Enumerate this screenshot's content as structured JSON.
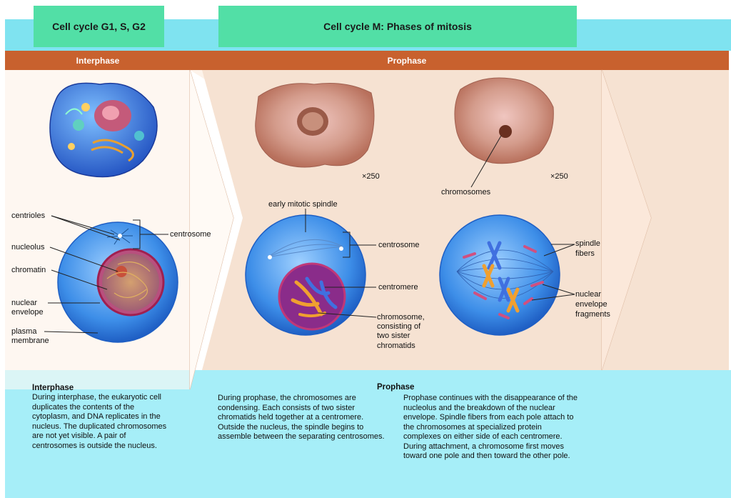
{
  "headers": {
    "tab_left": "Cell cycle G1, S, G2",
    "tab_right": "Cell cycle M: Phases of mitosis",
    "bar_left": "Interphase",
    "bar_right": "Prophase"
  },
  "magnifications": [
    "×250",
    "×250"
  ],
  "labels": {
    "centrioles": "centrioles",
    "centrosome_1": "centrosome",
    "nucleolus": "nucleolus",
    "chromatin": "chromatin",
    "nuclear_envelope_1": "nuclear",
    "nuclear_envelope_2": "envelope",
    "plasma_membrane_1": "plasma",
    "plasma_membrane_2": "membrane",
    "early_mitotic_spindle": "early mitotic spindle",
    "centrosome_2": "centrosome",
    "centromere": "centromere",
    "chromosome_1": "chromosome,",
    "chromosome_2": "consisting of",
    "chromosome_3": "two sister",
    "chromosome_4": "chromatids",
    "chromosomes": "chromosomes",
    "spindle_fibers_1": "spindle",
    "spindle_fibers_2": "fibers",
    "nuclear_fragments_1": "nuclear",
    "nuclear_fragments_2": "envelope",
    "nuclear_fragments_3": "fragments"
  },
  "text": {
    "interphase_title": "Interphase",
    "interphase_body": "During interphase, the eukaryotic cell duplicates the contents of the cytoplasm, and DNA replicates in the nucleus. The duplicated chromosomes are not yet visible. A pair of centrosomes is outside the nucleus.",
    "prophase_title": "Prophase",
    "prophase_body_1": "During prophase, the chromosomes are condensing. Each consists of two sister chromatids held together at a centromere. Outside the nucleus, the spindle begins to assemble between the separating centrosomes.",
    "prophase_body_2": "Prophase continues with the disappearance of the nucleolus and the breakdown of the nuclear envelope. Spindle fibers from each pole attach to the chromosomes at specialized protein complexes on either side of each centromere. During attachment, a chromosome first moves toward one pole and then toward the other pole."
  },
  "colors": {
    "tab_green": "#52dfa6",
    "band_cyan": "#7fe3f0",
    "bar_orange": "#c8612e",
    "panel_peach": "#f6e2d2",
    "bottom_blue": "#a6eef8",
    "cell_blue": "#3d8ee8",
    "nucleus_purple": "#8a2c8a"
  }
}
